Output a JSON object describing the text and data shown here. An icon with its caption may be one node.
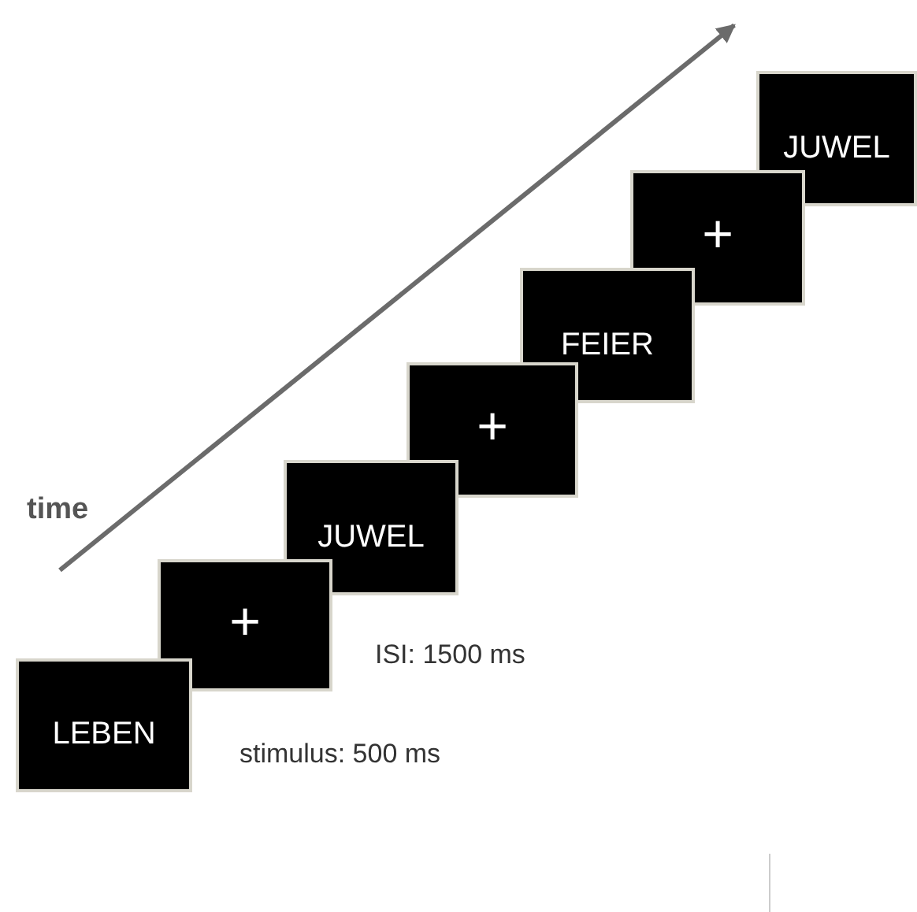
{
  "diagram": {
    "nodes": [
      {
        "text": [
          "LEBEN"
        ]
      },
      {
        "text": [
          "+"
        ]
      },
      {
        "text": [
          "JUWEL"
        ]
      },
      {
        "text": [
          "+"
        ]
      },
      {
        "text": [
          "FEIER"
        ]
      },
      {
        "text": [
          "+"
        ]
      },
      {
        "text": [
          "JUWEL"
        ]
      }
    ],
    "edges": [],
    "labels": [
      "time",
      "ISI: 1500 ms",
      "stimulus: 500 ms"
    ]
  }
}
